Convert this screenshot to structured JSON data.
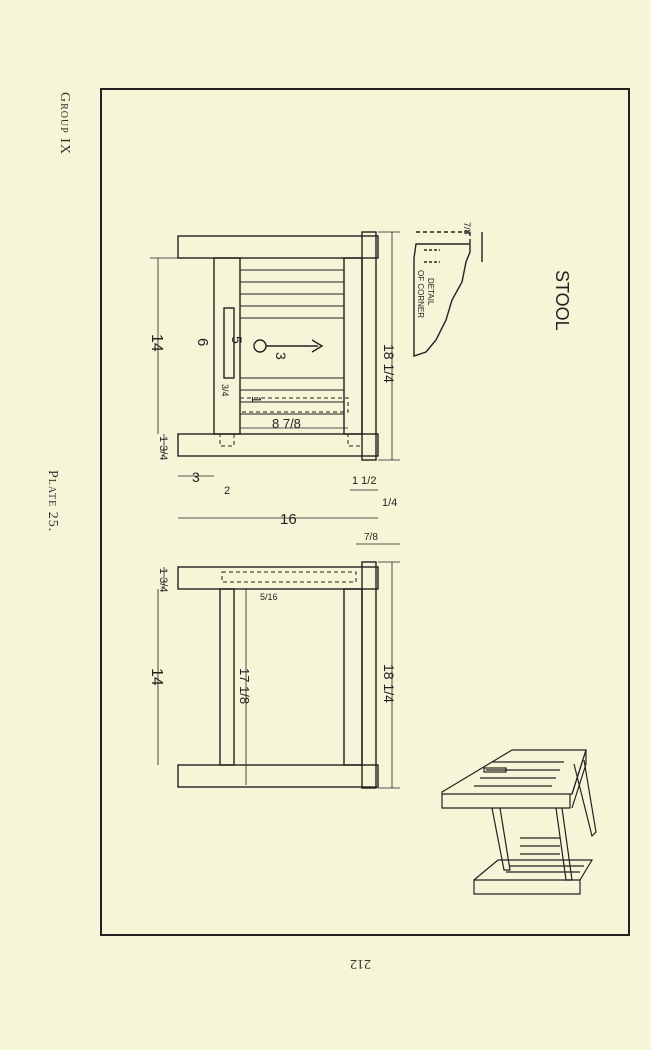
{
  "page": {
    "group_label": "Group IX",
    "plate_label": "Plate 25.",
    "page_number": "212"
  },
  "drawing": {
    "title": "STOOL",
    "detail_label_line1": "DETAIL",
    "detail_label_line2": "OF CORNER"
  },
  "dimensions": {
    "top_height_left": "14",
    "top_slat_6": "6",
    "top_slat_5": "5",
    "top_arrow_3": "3",
    "frac_3_4": "3/4",
    "val_1": "1",
    "val_8_7_8": "8 7/8",
    "total_18_1_4_top": "18 1/4",
    "rail_1_3_4": "1 3/4",
    "left_3": "3",
    "left_2": "2",
    "width_16": "16",
    "val_1_1_2": "1 1/2",
    "val_1_4": "1/4",
    "val_7_8": "7/8",
    "rail_1_3_4_b": "1 3/4",
    "val_5_16": "5/16",
    "bottom_height_14": "14",
    "val_17_1_8": "17 1/8",
    "total_18_1_4_bottom": "18 1/4",
    "corner_7_8": "7/8"
  }
}
